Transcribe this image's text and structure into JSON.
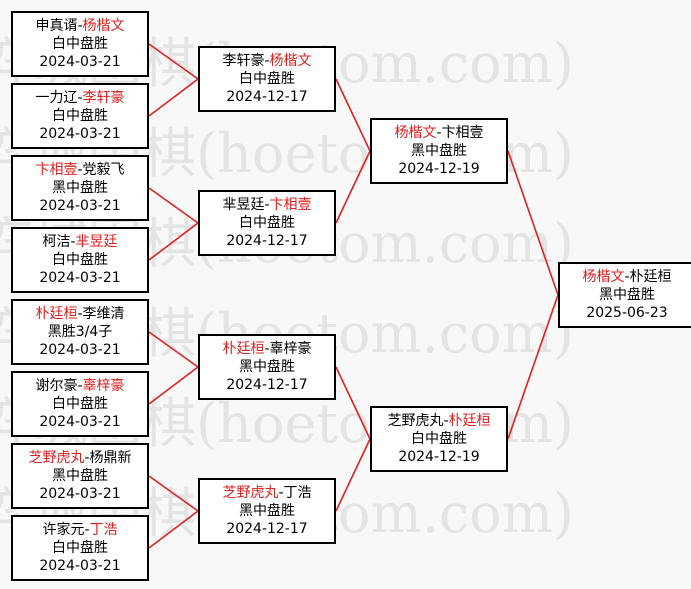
{
  "watermark": "弈城围棋(hoetom.com)",
  "colors": {
    "winner": "#e02020",
    "line": "#e02020",
    "border": "#000000"
  },
  "round1": [
    {
      "p1": "申真谞",
      "p2": "杨楷文",
      "winner": 2,
      "result": "白中盘胜",
      "date": "2024-03-21"
    },
    {
      "p1": "一力辽",
      "p2": "李轩豪",
      "winner": 2,
      "result": "白中盘胜",
      "date": "2024-03-21"
    },
    {
      "p1": "卞相壹",
      "p2": "党毅飞",
      "winner": 1,
      "result": "黑中盘胜",
      "date": "2024-03-21"
    },
    {
      "p1": "柯洁",
      "p2": "芈昱廷",
      "winner": 2,
      "result": "白中盘胜",
      "date": "2024-03-21"
    },
    {
      "p1": "朴廷桓",
      "p2": "李维清",
      "winner": 1,
      "result": "黑胜3/4子",
      "date": "2024-03-21"
    },
    {
      "p1": "谢尔豪",
      "p2": "辜梓豪",
      "winner": 2,
      "result": "白中盘胜",
      "date": "2024-03-21"
    },
    {
      "p1": "芝野虎丸",
      "p2": "杨鼎新",
      "winner": 1,
      "result": "黑中盘胜",
      "date": "2024-03-21"
    },
    {
      "p1": "许家元",
      "p2": "丁浩",
      "winner": 2,
      "result": "白中盘胜",
      "date": "2024-03-21"
    }
  ],
  "round2": [
    {
      "p1": "李轩豪",
      "p2": "杨楷文",
      "winner": 2,
      "result": "白中盘胜",
      "date": "2024-12-17"
    },
    {
      "p1": "芈昱廷",
      "p2": "卞相壹",
      "winner": 2,
      "result": "白中盘胜",
      "date": "2024-12-17"
    },
    {
      "p1": "朴廷桓",
      "p2": "辜梓豪",
      "winner": 1,
      "result": "黑中盘胜",
      "date": "2024-12-17"
    },
    {
      "p1": "芝野虎丸",
      "p2": "丁浩",
      "winner": 1,
      "result": "黑中盘胜",
      "date": "2024-12-17"
    }
  ],
  "round3": [
    {
      "p1": "杨楷文",
      "p2": "卞相壹",
      "winner": 1,
      "result": "黑中盘胜",
      "date": "2024-12-19"
    },
    {
      "p1": "芝野虎丸",
      "p2": "朴廷桓",
      "winner": 2,
      "result": "白中盘胜",
      "date": "2024-12-19"
    }
  ],
  "final": [
    {
      "p1": "杨楷文",
      "p2": "朴廷桓",
      "winner": 1,
      "result": "黑中盘胜",
      "date": "2025-06-23"
    }
  ]
}
